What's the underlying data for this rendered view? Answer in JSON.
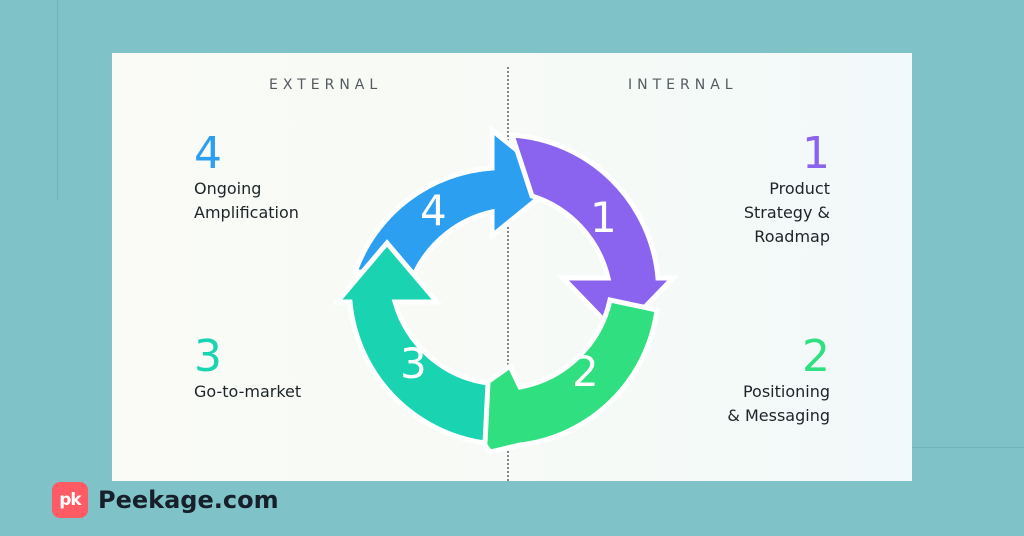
{
  "header": {
    "left_title": "EXTERNAL",
    "right_title": "INTERNAL"
  },
  "steps": [
    {
      "number": "1",
      "label_lines": [
        "Product",
        "Strategy &",
        "Roadmap"
      ],
      "color": "#8a63ee"
    },
    {
      "number": "2",
      "label_lines": [
        "Positioning",
        "& Messaging"
      ],
      "color": "#2fdf80"
    },
    {
      "number": "3",
      "label_lines": [
        "Go-to-market"
      ],
      "color": "#1ad3b1"
    },
    {
      "number": "4",
      "label_lines": [
        "Ongoing",
        "Amplification"
      ],
      "color": "#2c9ff1"
    }
  ],
  "brand": {
    "icon_text": "pk",
    "name": "Peekage.com",
    "color": "#ff5b64"
  }
}
